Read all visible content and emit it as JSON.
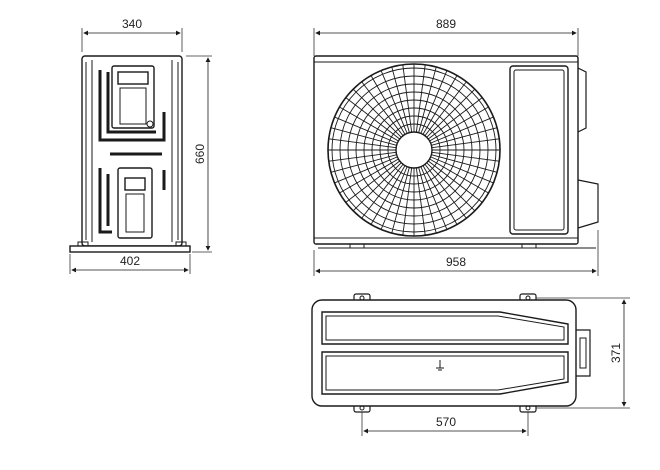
{
  "dimensions": {
    "side_depth_top": "340",
    "side_depth_base": "402",
    "height": "660",
    "front_width_body": "889",
    "front_width_total": "958",
    "top_depth": "371",
    "top_mount_spacing": "570"
  },
  "colors": {
    "line": "#1a1a1a",
    "background": "#ffffff"
  }
}
